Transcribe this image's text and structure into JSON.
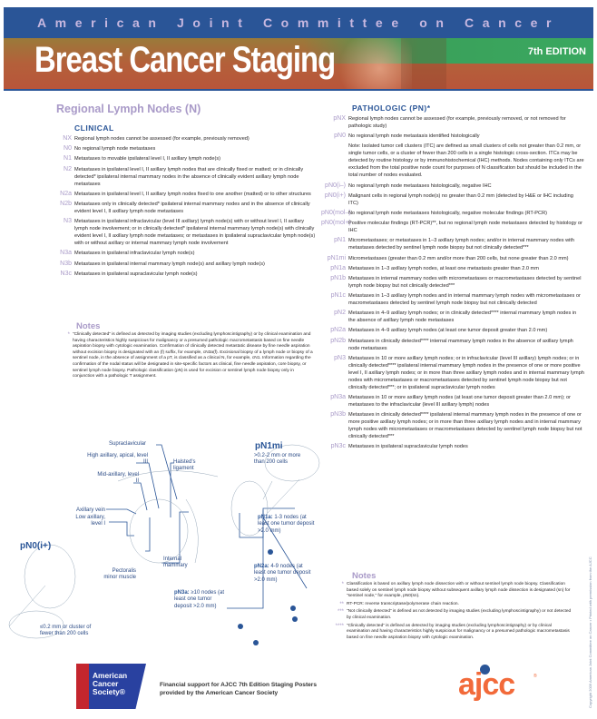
{
  "header": {
    "organization": "American Joint Committee on Cancer",
    "title": "Breast Cancer Staging",
    "edition": "7th EDITION"
  },
  "section_title": "Regional Lymph Nodes (N)",
  "clinical": {
    "heading": "CLINICAL",
    "items": [
      {
        "code": "NX",
        "text": "Regional lymph nodes cannot be assessed  (for example, previously removed)"
      },
      {
        "code": "N0",
        "text": "No regional lymph node metastases"
      },
      {
        "code": "N1",
        "text": "Metastases to movable ipsilateral level I, II axillary lymph node(s)"
      },
      {
        "code": "N2",
        "text": "Metastases in ipsilateral level I, II axillary lymph nodes that are clinically fixed or matted; or in clinically detected* ipsilateral internal mammary nodes in the absence of clinically evident axillary lymph node metastases"
      },
      {
        "code": "N2a",
        "text": "Metastases in ipsilateral level I, II axillary lymph nodes fixed to one another (matted) or to other structures"
      },
      {
        "code": "N2b",
        "text": "Metastases only in clinically detected* ipsilateral internal mammary nodes and in the absence of clinically evident level I, II axillary lymph node metastases"
      },
      {
        "code": "N3",
        "text": "Metastases in ipsilateral infraclavicular (level III axillary) lymph node(s) with or without level I, II axillary lymph node involvement; or in clinically detected* ipsilateral internal mammary lymph node(s) with clinically evident level I, II axillary lymph node metastases; or metastases in ipsilateral supraclavicular lymph node(s) with or without axillary or internal mammary lymph node involvement"
      },
      {
        "code": "N3a",
        "text": "Metastases in ipsilateral infraclavicular lymph node(s)"
      },
      {
        "code": "N3b",
        "text": "Metastases in ipsilateral internal mammary lymph node(s) and axillary lymph node(s)"
      },
      {
        "code": "N3c",
        "text": "Metastases in ipsilateral supraclavicular lymph node(s)"
      }
    ],
    "notes_heading": "Notes",
    "notes": [
      {
        "mark": "*",
        "text": "“Clinically detected” is defined as detected by imaging studies (excluding lymphoscintigraphy) or by clinical examination and having characteristics highly suspicious for malignancy or a presumed pathologic macrometastasis based on fine needle aspiration biopsy with cytologic examination. Confirmation of clinically detected metastatic disease by fine needle aspiration without excision biopsy is designated with an (f) suffix, for example, cN3a(f). Excisional biopsy of a lymph node or biopsy of a sentinel node, in the absence of assignment of a pT, is classified as a clinical N, for example, cN1. Information regarding the confirmation of the nodal status will be designated in site-specific factors as clinical, fine needle aspiration, core biopsy, or sentinel lymph node biopsy. Pathologic classification (pN) is used for excision or sentinel lymph node biopsy only in conjunction with a pathologic T assignment."
      }
    ]
  },
  "pathologic": {
    "heading": "PATHOLOGIC (PN)*",
    "items": [
      {
        "code": "pNX",
        "text": "Regional lymph nodes cannot be assessed (for example, previously removed, or not removed for pathologic study)"
      },
      {
        "code": "pN0",
        "text": "No regional lymph node metastasis identified histologically"
      },
      {
        "code": "",
        "text": "Note: Isolated tumor cell clusters (ITC) are defined as small clusters of cells not greater than 0.2 mm, or single tumor cells, or a cluster of fewer than 200 cells in a single histologic cross-section. ITCs may be detected by routine histology or by immunohistochemical (IHC) methods. Nodes containing only ITCs are excluded from the total positive node count for purposes of N classification but should be included in the total number of nodes evaluated."
      },
      {
        "code": "pN0(i–)",
        "text": "No regional lymph node metastases histologically, negative IHC"
      },
      {
        "code": "pN0(i+)",
        "text": "Malignant cells in regional lymph node(s) no greater than 0.2 mm (detected by H&E or IHC including ITC)"
      },
      {
        "code": "pN0(mol–)",
        "text": "No regional lymph node metastases histologically, negative molecular findings (RT-PCR)"
      },
      {
        "code": "pN0(mol+)",
        "text": "Positive molecular findings (RT-PCR)**, but no regional lymph node metastases detected by histology or IHC"
      },
      {
        "code": "pN1",
        "text": "Micrometastases; or metastases in 1–3 axillary lymph nodes; and/or in internal mammary nodes with metastases detected by sentinel lymph node biopsy but not clinically detected***"
      },
      {
        "code": "pN1mi",
        "text": "Micrometastases (greater than 0.2 mm and/or more than 200 cells, but none greater than 2.0 mm)"
      },
      {
        "code": "pN1a",
        "text": "Metastases in 1–3 axillary lymph nodes, at least one metastasis greater than 2.0 mm"
      },
      {
        "code": "pN1b",
        "text": "Metastases in internal mammary nodes with micrometastases or macrometastases detected by sentinel lymph node biopsy but not clinically detected***"
      },
      {
        "code": "pN1c",
        "text": "Metastases in 1–3 axillary lymph nodes and in internal mammary lymph nodes with micrometastases or macrometastases detected by sentinel lymph node biopsy but not clinically detected"
      },
      {
        "code": "pN2",
        "text": "Metastases in 4–9 axillary lymph nodes; or in clinically detected**** internal mammary lymph nodes in the absence of axillary lymph node metastases"
      },
      {
        "code": "pN2a",
        "text": "Metastases in 4–9 axillary lymph nodes (at least one tumor deposit greater than 2.0 mm)"
      },
      {
        "code": "pN2b",
        "text": "Metastases in clinically detected**** internal mammary lymph nodes in the absence of axillary lymph node metastases"
      },
      {
        "code": "pN3",
        "text": "Metastases in 10 or more axillary lymph nodes; or in infraclavicular (level III axillary) lymph nodes; or in clinically detected**** ipsilateral internal mammary lymph nodes in the presence of one or more positive level I, II axillary lymph nodes; or in more than three axillary lymph nodes and in internal mammary lymph nodes with micrometastases or macrometastases detected by sentinel lymph node biopsy but not clinically detected***; or in ipsilateral supraclavicular lymph nodes"
      },
      {
        "code": "pN3a",
        "text": "Metastases in 10 or more axillary lymph nodes (at least one tumor deposit greater than 2.0 mm); or metastases to the infraclavicular (level III axillary lymph) nodes"
      },
      {
        "code": "pN3b",
        "text": "Metastases in clinically detected**** ipsilateral internal mammary lymph nodes in the presence of one or more positive axillary lymph nodes; or in more than three axillary lymph nodes and in internal mammary lymph nodes with micrometastases or macrometastases detected by sentinel lymph node biopsy but not clinically detected***"
      },
      {
        "code": "pN3c",
        "text": "Metastases in ipsilateral supraclavicular lymph nodes"
      }
    ],
    "notes_heading": "Notes",
    "notes": [
      {
        "mark": "*",
        "text": "Classification is based on axillary lymph node dissection with or without sentinel lymph node biopsy. Classification based solely on sentinel lymph node biopsy without subsequent axillary lymph node dissection is designated (sn) for “sentinel node,” for example, pN0(sn)."
      },
      {
        "mark": "**",
        "text": "RT-PCR: reverse transcriptase/polymerase chain reaction."
      },
      {
        "mark": "***",
        "text": "“Not clinically detected” is defined as not detected by imaging studies (excluding lymphoscintigraphy) or not detected by clinical examination."
      },
      {
        "mark": "****",
        "text": "“Clinically detected” is defined as detected by imaging studies (excluding lymphoscintigraphy) or by clinical examination and having characteristics highly suspicious for malignancy or a presumed pathologic macrometastasis based on fine needle aspiration biopsy with cytologic examination."
      }
    ]
  },
  "diagram": {
    "supraclavicular": "Supraclavicular",
    "high_axillary": "High axillary, apical, level III",
    "halsted": "Halsted's ligament",
    "mid_axillary": "Mid-axillary, level II",
    "axillary_vein": "Axillary vein",
    "low_axillary": "Low axillary, level I",
    "internal_mammary": "Internal mammary",
    "pectoralis": "Pectoralis minor muscle",
    "pn0i_label": "pN0(i+)",
    "pn0i_desc": "≤0.2 mm or cluster of fewer than 200 cells",
    "pn1mi_label": "pN1mi",
    "pn1mi_desc": ">0.2-2 mm or more than 200 cells",
    "pn1a_label": "pN1a:",
    "pn1a_desc": "1-3 nodes (at least one tumor deposit >2.0 mm)",
    "pn2a_label": "pN2a:",
    "pn2a_desc": "4-9 nodes (at least one tumor deposit >2.0 mm)",
    "pn3a_label": "pN3a:",
    "pn3a_desc": "≥10 nodes (at least one tumor deposit >2.0 mm)"
  },
  "footer": {
    "acs_logo": "American Cancer Society®",
    "support_line1": "Financial support  for AJCC 7th Edition Staging Posters",
    "support_line2": "provided by the American Cancer Society",
    "ajcc_logo": "ajcc",
    "copyright": "Copyright 2009 American Joint Committee on Cancer  •  Printed with permission from the AJCC"
  },
  "colors": {
    "header_blue": "#2a5597",
    "label_purple": "#a99ac8",
    "ajcc_orange": "#f26a3a",
    "acs_red": "#c4262e"
  }
}
